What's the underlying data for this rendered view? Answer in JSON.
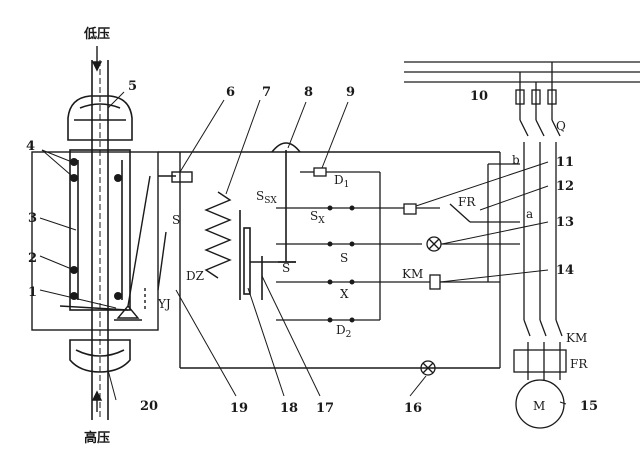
{
  "labels": {
    "low_pressure": "低压",
    "high_pressure": "高压",
    "n1": "1",
    "n2": "2",
    "n3": "3",
    "n4": "4",
    "n5": "5",
    "n6": "6",
    "n7": "7",
    "n8": "8",
    "n9": "9",
    "n10": "10",
    "n11": "11",
    "n12": "12",
    "n13": "13",
    "n14": "14",
    "n15": "15",
    "n16": "16",
    "n17": "17",
    "n18": "18",
    "n19": "19",
    "n20": "20",
    "S_left": "S",
    "YJ": "YJ",
    "DZ": "DZ",
    "S_SX": "S",
    "S_SX_sub": "SX",
    "S_X": "S",
    "S_X_sub": "X",
    "S_mid": "S",
    "S_inner": "S",
    "X": "X",
    "D1": "D",
    "D1_sub": "1",
    "D2": "D",
    "D2_sub": "2",
    "FR_top": "FR",
    "a": "a",
    "b": "b",
    "Q": "Q",
    "KM_coil": "KM",
    "KM_contact": "KM",
    "FR_relay": "FR",
    "motor_M": "M"
  }
}
